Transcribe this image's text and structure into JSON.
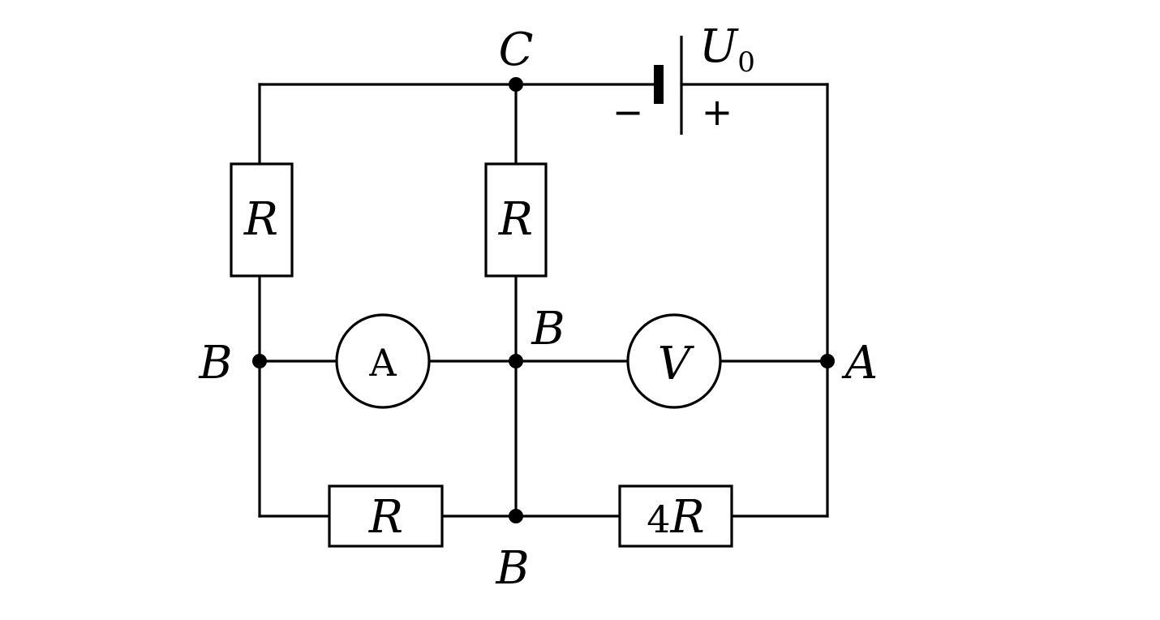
{
  "nodes": {
    "top_middle": "C",
    "left_middle": "B",
    "center": "B",
    "bottom_middle": "B",
    "right_middle": "A"
  },
  "components": {
    "resistor_top_left": "R",
    "resistor_top_middle": "R",
    "resistor_bottom_left": "R",
    "resistor_bottom_right_coefficient": "4",
    "resistor_bottom_right_symbol": "R",
    "ammeter": "A",
    "voltmeter": "V"
  },
  "source": {
    "symbol": "U",
    "subscript": "0",
    "negative": "−",
    "positive": "+"
  }
}
